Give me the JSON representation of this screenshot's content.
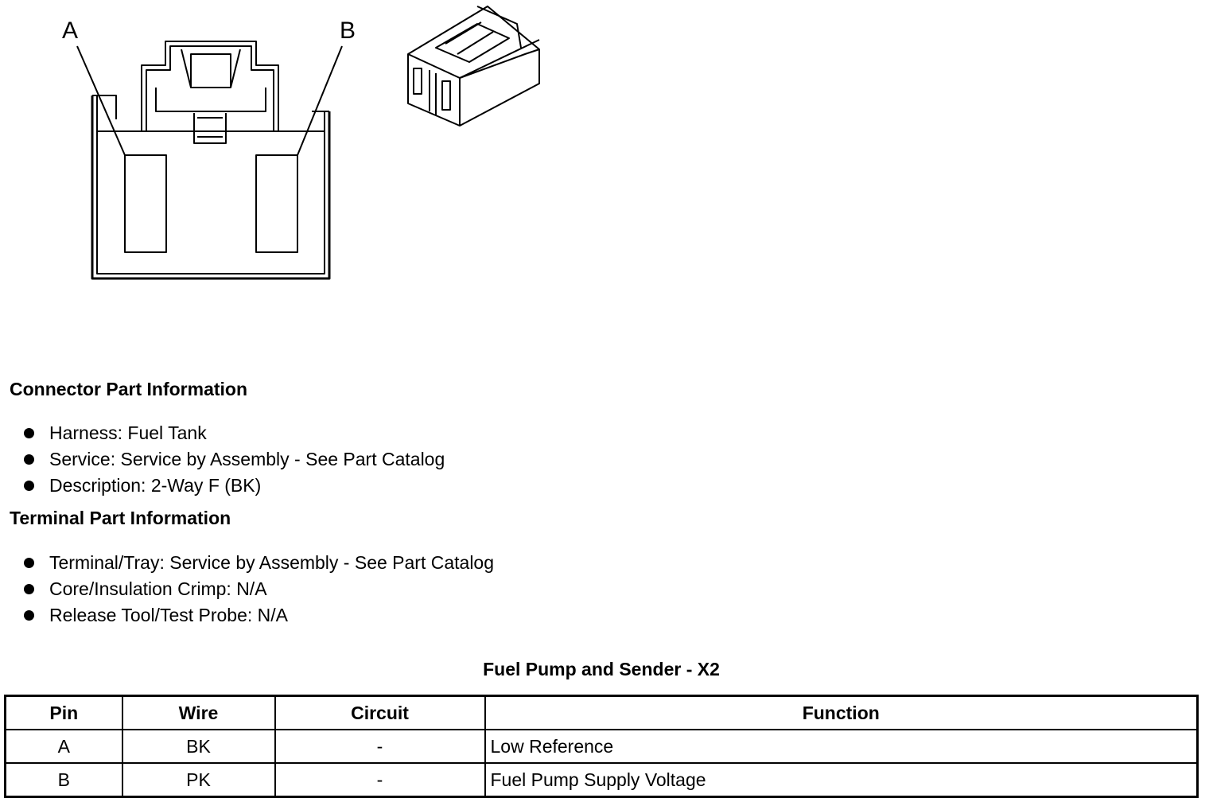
{
  "diagram": {
    "label_a": "A",
    "label_b": "B"
  },
  "connector_section": {
    "title": "Connector Part Information",
    "items": [
      "Harness: Fuel Tank",
      "Service: Service by Assembly - See Part Catalog",
      "Description: 2-Way F (BK)"
    ]
  },
  "terminal_section": {
    "title": "Terminal Part Information",
    "items": [
      "Terminal/Tray: Service by Assembly - See Part Catalog",
      "Core/Insulation Crimp: N/A",
      "Release Tool/Test Probe: N/A"
    ]
  },
  "table": {
    "caption": "Fuel Pump and Sender - X2",
    "headers": [
      "Pin",
      "Wire",
      "Circuit",
      "Function"
    ],
    "rows": [
      [
        "A",
        "BK",
        "-",
        "Low Reference"
      ],
      [
        "B",
        "PK",
        "-",
        "Fuel Pump Supply Voltage"
      ]
    ]
  }
}
